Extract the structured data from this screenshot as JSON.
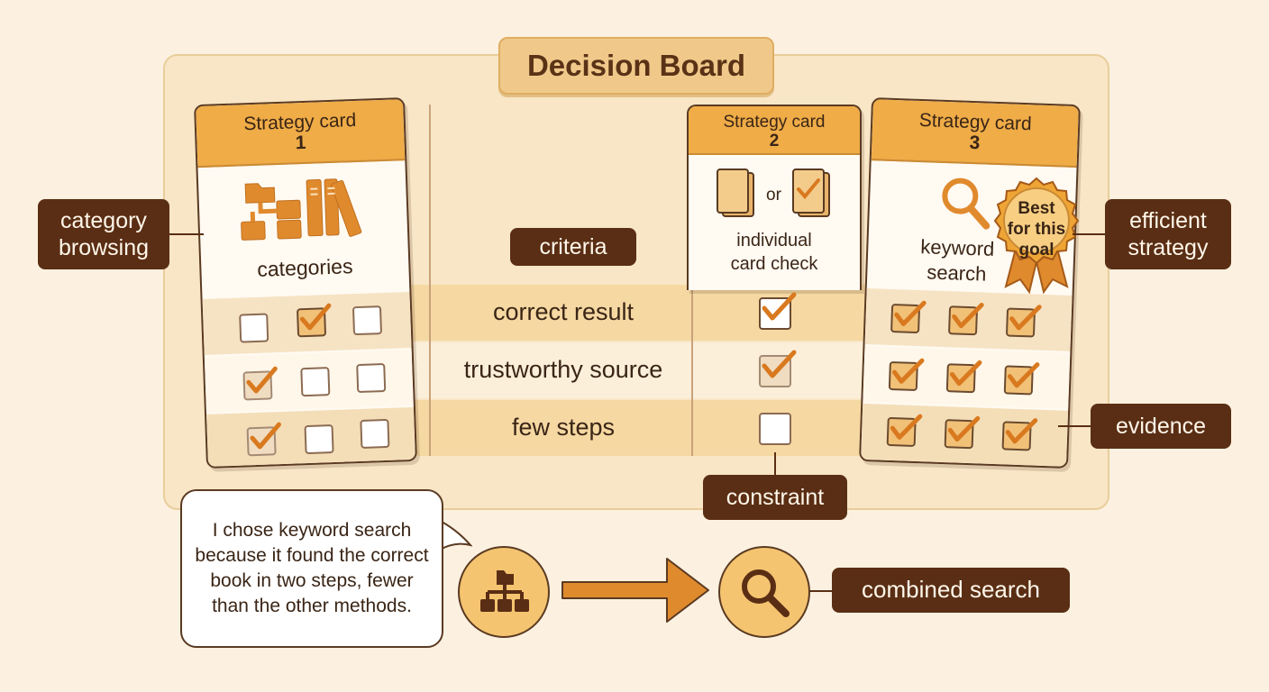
{
  "board": {
    "title": "Decision Board"
  },
  "cards": [
    {
      "title": "Strategy card",
      "number": "1",
      "caption": "categories",
      "icon": "folder-tree-books-icon",
      "checks": [
        [
          false,
          true,
          false
        ],
        [
          true,
          false,
          false
        ],
        [
          true,
          false,
          false
        ]
      ]
    },
    {
      "title": "Strategy card",
      "number": "2",
      "caption_line1": "individual",
      "caption_line2": "card check",
      "or": "or",
      "icon": "cards-icon",
      "checks": [
        true,
        true,
        false
      ]
    },
    {
      "title": "Strategy card",
      "number": "3",
      "caption_line1": "keyword",
      "caption_line2": "search",
      "icon": "magnifier-icon",
      "checks": [
        [
          true,
          true,
          true
        ],
        [
          true,
          true,
          true
        ],
        [
          true,
          true,
          true
        ]
      ]
    }
  ],
  "badge": {
    "line1": "Best",
    "line2": "for this",
    "line3": "goal"
  },
  "criteria": {
    "label": "criteria",
    "rows": [
      "correct result",
      "trustworthy source",
      "few steps"
    ]
  },
  "labels": {
    "category_browsing_line1": "category",
    "category_browsing_line2": "browsing",
    "efficient_strategy_line1": "efficient",
    "efficient_strategy_line2": "strategy",
    "evidence": "evidence",
    "constraint": "constraint",
    "combined_search": "combined search"
  },
  "explanation": "I chose keyword search because it found the correct book in two steps, fewer than the other methods.",
  "colors": {
    "accent": "#efac47",
    "dark": "#5a2e14",
    "band": "#f5d8a2",
    "background": "#fcf1e0"
  }
}
